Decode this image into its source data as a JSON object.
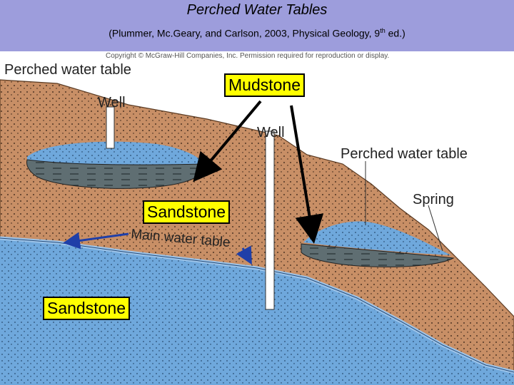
{
  "title": "Perched Water Tables",
  "subtitle_main": "(Plummer, Mc.Geary, and Carlson, 2003, Physical Geology, 9",
  "subtitle_sup": "th",
  "subtitle_end": " ed.)",
  "copyright": "Copyright © McGraw-Hill Companies, Inc. Permission required for reproduction or display.",
  "diagram_labels": {
    "perched_left": "Perched water table",
    "well_left": "Well",
    "well_center": "Well",
    "perched_right": "Perched water table",
    "spring": "Spring",
    "main_water_table": "Main water table"
  },
  "callouts": {
    "mudstone": "Mudstone",
    "sandstone_middle": "Sandstone",
    "sandstone_lower": "Sandstone"
  },
  "colors": {
    "header_bg": "#9d9ddc",
    "rock_brown": "#c88f66",
    "water_blue": "#6fa8dc",
    "mudstone_gray": "#5f6e72",
    "callout_bg": "#ffff00",
    "arrow_blue": "#1f3fa8"
  }
}
